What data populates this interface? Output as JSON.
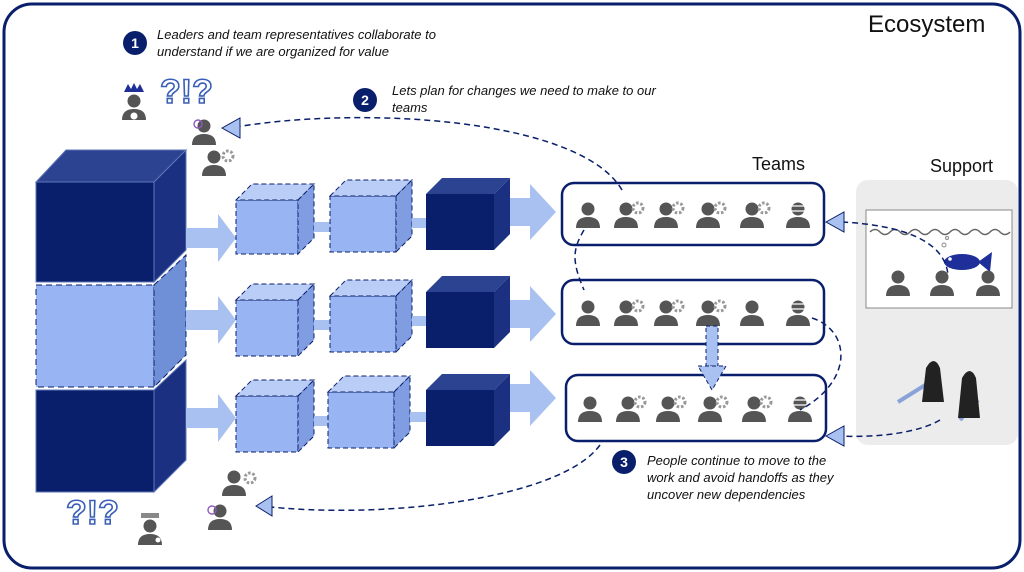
{
  "title": "Ecosystem",
  "labels": {
    "teams": "Teams",
    "support": "Support"
  },
  "steps": [
    {
      "number": "1",
      "text": "Leaders and team representatives collaborate to understand if we are organized for value"
    },
    {
      "number": "2",
      "text": "Lets plan for changes we need to make to our teams"
    },
    {
      "number": "3",
      "text": "People continue to move to the work and avoid handoffs as they uncover new dependencies"
    }
  ],
  "question_marks": [
    "?!?",
    "?!?"
  ],
  "colors": {
    "dark_navy": "#0a1f6b",
    "light_blue": "#99b4f2",
    "arrow_blue": "#a9c1f0",
    "person_gray": "#555555",
    "support_bg": "#ececec"
  }
}
